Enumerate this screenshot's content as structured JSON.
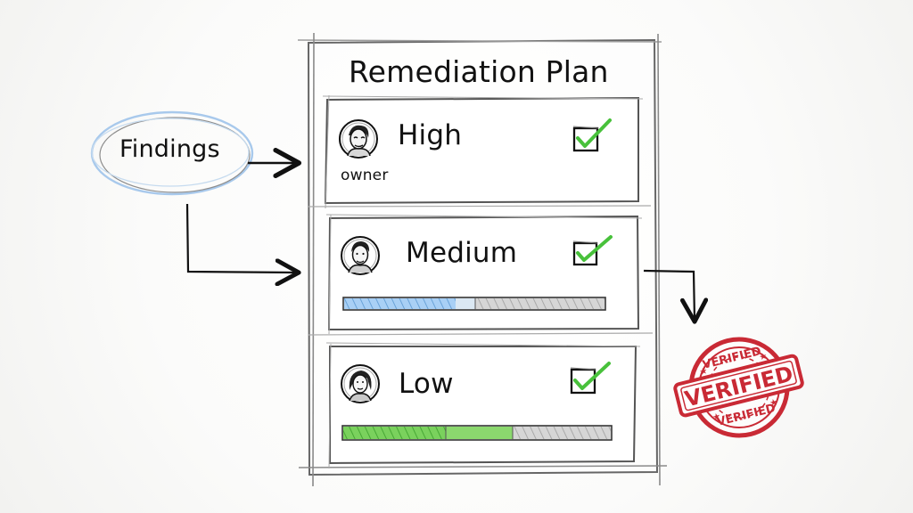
{
  "title": "Remediation Plan",
  "findings_label": "Findings",
  "owner_label": "owner",
  "rows": [
    {
      "label": "High",
      "checked": true,
      "avatar_icon": "person-avatar-icon",
      "check_icon": "checkmark-icon"
    },
    {
      "label": "Medium",
      "checked": true,
      "progress_segments": [
        0.43,
        0.07,
        0.5
      ],
      "progress_colors": [
        "#8fc3ef",
        "#d8e7f4",
        "#bdbdbd"
      ],
      "avatar_icon": "person-avatar-icon",
      "check_icon": "checkmark-icon"
    },
    {
      "label": "Low",
      "checked": true,
      "progress_segments": [
        0.38,
        0.24,
        0.38
      ],
      "progress_colors": [
        "#69c44d",
        "#87d96c",
        "#bdbdbd"
      ],
      "avatar_icon": "person-avatar-icon",
      "check_icon": "checkmark-icon"
    }
  ],
  "stamp": {
    "main_text": "VERIFIED",
    "top_text": "VERIFIED",
    "bottom_text": "VERIFIED",
    "color": "#c92a35"
  },
  "colors": {
    "ink": "#111111",
    "pencil": "#7e7e7e",
    "light_pencil": "#c9c9c9",
    "check_green": "#48c13b",
    "ellipse_blue": "#a8c9ec"
  }
}
